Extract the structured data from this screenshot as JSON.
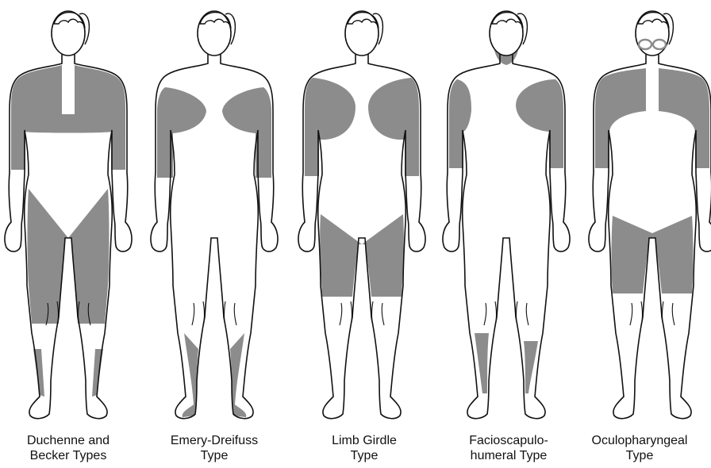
{
  "colors": {
    "affected": "#8c8c8c",
    "outline": "#111111",
    "background": "#ffffff"
  },
  "figures": [
    {
      "id": "duchenne",
      "caption_lines": [
        "Duchenne and",
        "Becker Types"
      ],
      "affected_regions": [
        "neck-shoulders",
        "upper-arms",
        "chest-sides",
        "hips-thighs",
        "calves"
      ]
    },
    {
      "id": "emery-dreifuss",
      "caption_lines": [
        "Emery-Dreifuss",
        "Type"
      ],
      "affected_regions": [
        "shoulders",
        "upper-arms",
        "lower-legs"
      ]
    },
    {
      "id": "limb-girdle",
      "caption_lines": [
        "Limb Girdle",
        "Type"
      ],
      "affected_regions": [
        "shoulders",
        "upper-arms",
        "hips-thighs"
      ]
    },
    {
      "id": "facioscapulohumeral",
      "caption_lines": [
        "Facioscapulo-",
        "humeral Type"
      ],
      "affected_regions": [
        "face",
        "shoulders",
        "upper-arms",
        "lower-legs"
      ]
    },
    {
      "id": "oculopharyngeal",
      "caption_lines": [
        "Oculopharyngeal",
        "Type"
      ],
      "affected_regions": [
        "eyes",
        "neck",
        "shoulders",
        "upper-arms",
        "hips-thighs"
      ]
    }
  ]
}
